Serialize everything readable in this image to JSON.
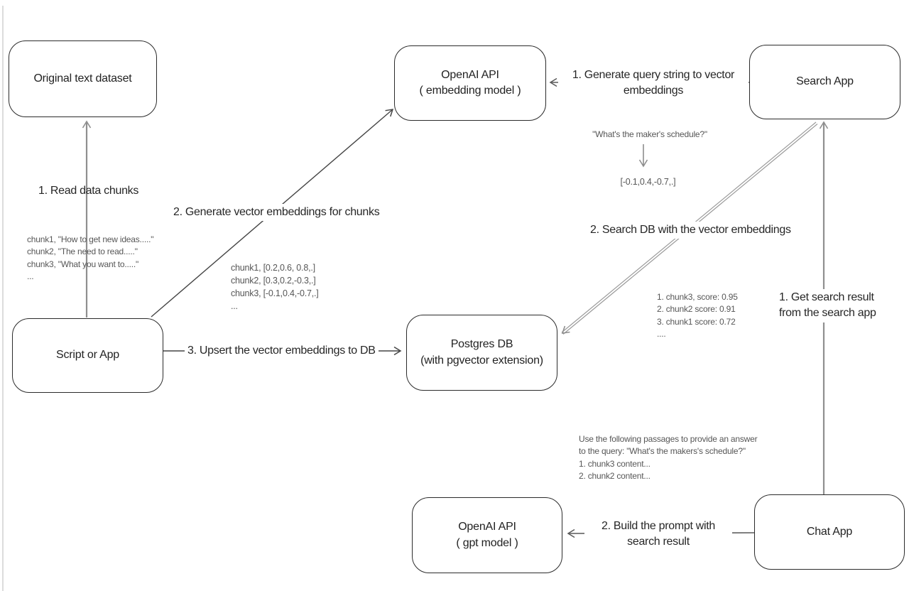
{
  "boxes": {
    "original_dataset": {
      "label": "Original text dataset"
    },
    "openai_embedding": {
      "label": "OpenAI API\n( embedding model )"
    },
    "search_app": {
      "label": "Search App"
    },
    "script_or_app": {
      "label": "Script or App"
    },
    "postgres_db": {
      "label": "Postgres DB\n(with pgvector extension)"
    },
    "openai_gpt": {
      "label": "OpenAI API\n( gpt model )"
    },
    "chat_app": {
      "label": "Chat App"
    }
  },
  "arrow_labels": {
    "read_chunks": "1. Read data chunks",
    "generate_embeddings": "2. Generate vector embeddings for chunks",
    "upsert_embeddings": "3. Upsert the vector embeddings to DB",
    "query_to_vector": "1. Generate query string to vector\nembeddings",
    "search_db": "2. Search DB with the vector embeddings",
    "get_search_result": "1. Get search result\nfrom the search app",
    "build_prompt": "2. Build the prompt with\nsearch result"
  },
  "annotations": {
    "chunk_list": "chunk1, \"How to get new ideas.....\"\nchunk2, \"The need to read.....\"\nchunk3, \"What you want to.....\"\n...",
    "vector_list": "chunk1, [0.2,0.6, 0.8,.]\nchunk2, [0.3,0.2,-0.3,.]\nchunk3, [-0.1,0.4,-0.7,.]\n...",
    "query_string": "\"What's the maker's schedule?\"",
    "query_vector": "[-0.1,0.4,-0.7,.]",
    "search_scores": "1. chunk3, score: 0.95\n2. chunk2 score: 0.91\n3. chunk1 score: 0.72\n....",
    "prompt_preview": "Use the following passages to provide an answer\nto the query: \"What's the makers's schedule?\"\n1. chunk3 content...\n2. chunk2 content..."
  },
  "colors": {
    "ink": "#2d2d2d",
    "box_border": "#2b2b2b",
    "dark_line": "#454545",
    "mid_line": "#5a5a5a",
    "gray_line": "#8f8f8f",
    "muted_text": "#565656",
    "background": "#ffffff"
  }
}
